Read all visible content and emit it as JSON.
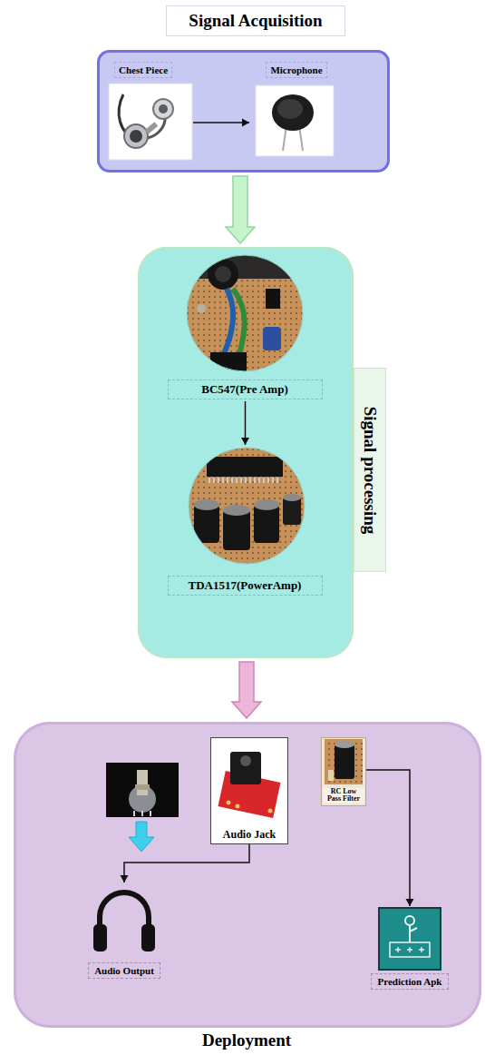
{
  "diagram": {
    "nodes": [
      {
        "text": [
          "Signal Acquisition"
        ]
      },
      {
        "text": [
          "Chest Piece"
        ],
        "in": 0
      },
      {
        "text": [
          "Microphone"
        ],
        "in": 0
      },
      {
        "text": [
          "Signal processing"
        ]
      },
      {
        "text": [
          "BC547(Pre Amp)"
        ],
        "in": 3
      },
      {
        "text": [
          "TDA1517(PowerAmp)"
        ],
        "in": 3
      },
      {
        "text": [
          "Deployment"
        ]
      },
      {
        "text": [
          "Audio Jack"
        ],
        "in": 6
      },
      {
        "text": [
          "RC Low Pass Filter"
        ],
        "in": 6
      },
      {
        "text": [
          "Audio Output"
        ],
        "in": 6
      },
      {
        "text": [
          "Prediction Apk"
        ],
        "in": 6
      }
    ],
    "edges": [
      {
        "from": 1,
        "to": 2,
        "arrow": "to"
      },
      {
        "from": 0,
        "to": 3,
        "arrow": "to"
      },
      {
        "from": 4,
        "to": 5,
        "arrow": "to"
      },
      {
        "from": 3,
        "to": 6,
        "arrow": "to"
      },
      {
        "from": 7,
        "to": 9,
        "arrow": "to"
      },
      {
        "from": 8,
        "to": 10,
        "arrow": "to"
      }
    ]
  }
}
